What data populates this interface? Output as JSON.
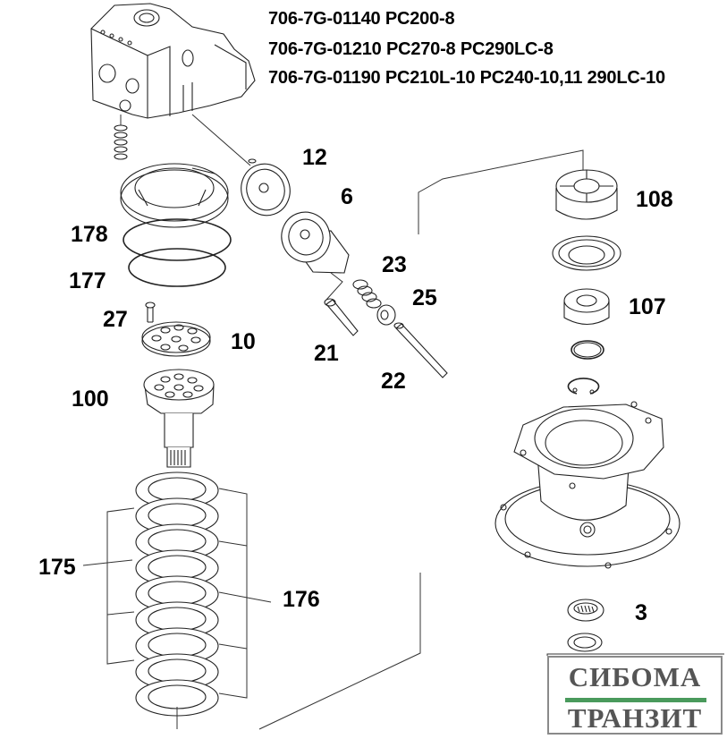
{
  "header": {
    "lines": [
      "706-7G-01140 PC200-8",
      "706-7G-01210 PC270-8 PC290LC-8",
      "706-7G-01190 PC210L-10 PC240-10,11 290LC-10"
    ]
  },
  "callouts": {
    "p12": "12",
    "p6": "6",
    "p178": "178",
    "p177": "177",
    "p27": "27",
    "p10": "10",
    "p100": "100",
    "p21": "21",
    "p22": "22",
    "p23": "23",
    "p25": "25",
    "p108": "108",
    "p107": "107",
    "p175": "175",
    "p176": "176",
    "p3": "3"
  },
  "logo": {
    "line1": "СИБОМА",
    "line2": "ТРАНЗИТ",
    "bar_color": "#4a9a5c"
  }
}
